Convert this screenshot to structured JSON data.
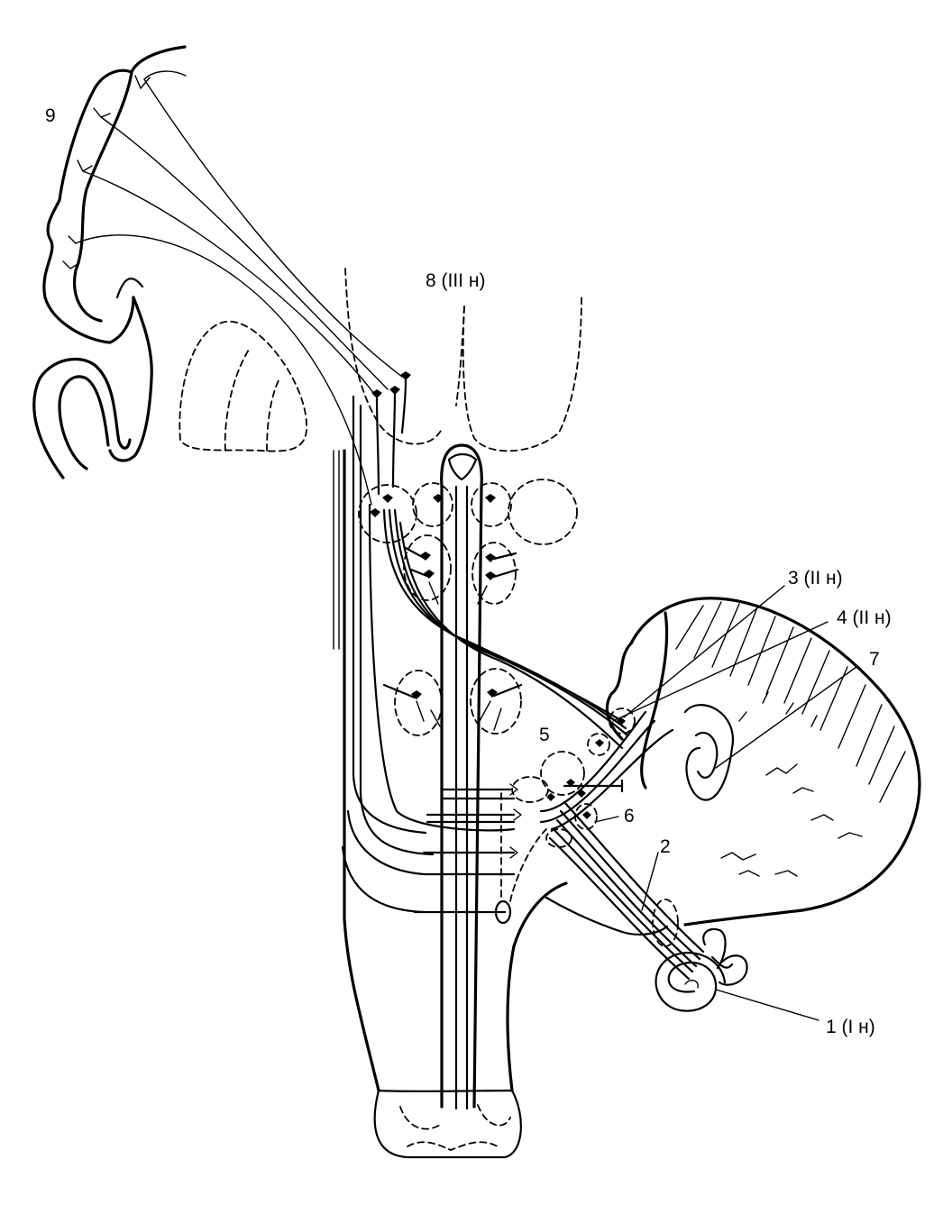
{
  "diagram": {
    "labels": {
      "l1": "1 (I н)",
      "l2": "2",
      "l3": "3 (II н)",
      "l4": "4 (II н)",
      "l5": "5",
      "l6": "6",
      "l7": "7",
      "l8": "8 (III н)",
      "l9": "9"
    },
    "colors": {
      "ink": "#000000",
      "paper": "#ffffff"
    }
  }
}
